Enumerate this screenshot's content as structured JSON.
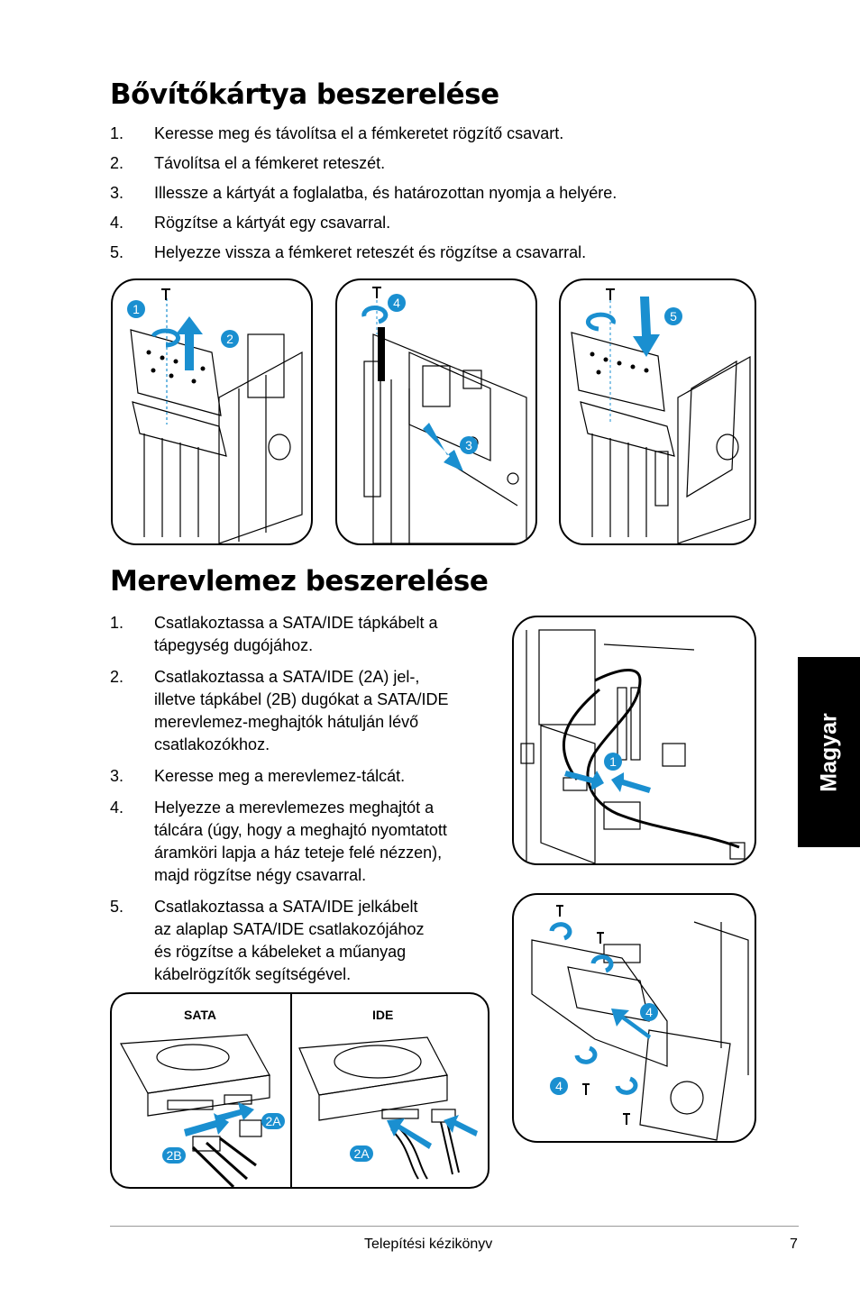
{
  "section1": {
    "title": "Bővítőkártya beszerelése",
    "steps": [
      {
        "num": "1.",
        "text": "Keresse meg és távolítsa el a fémkeretet rögzítő csavart."
      },
      {
        "num": "2.",
        "text": "Távolítsa el a fémkeret reteszét."
      },
      {
        "num": "3.",
        "text": "Illessze a kártyát a foglalatba, és határozottan nyomja a helyére."
      },
      {
        "num": "4.",
        "text": "Rögzítse a kártyát egy csavarral."
      },
      {
        "num": "5.",
        "text": "Helyezze vissza a fémkeret reteszét és rögzítse a csavarral."
      }
    ],
    "figure_badges": [
      "1",
      "2",
      "4",
      "3",
      "5"
    ]
  },
  "section2": {
    "title": "Merevlemez beszerelése",
    "steps": [
      {
        "num": "1.",
        "lines": [
          "Csatlakoztassa a SATA/IDE tápkábelt a",
          "tápegység dugójához."
        ]
      },
      {
        "num": "2.",
        "lines": [
          "Csatlakoztassa a SATA/IDE (2A) jel-,",
          "illetve tápkábel (2B) dugókat a SATA/IDE",
          "merevlemez-meghajtók hátulján lévő",
          "csatlakozókhoz."
        ]
      },
      {
        "num": "3.",
        "lines": [
          "Keresse meg a merevlemez-tálcát."
        ]
      },
      {
        "num": "4.",
        "lines": [
          "Helyezze a merevlemezes meghajtót a",
          "tálcára (úgy, hogy a meghajtó nyomtatott",
          "áramköri lapja a ház teteje felé nézzen),",
          "majd rögzítse négy csavarral."
        ]
      },
      {
        "num": "5.",
        "lines": [
          "Csatlakoztassa a SATA/IDE jelkábelt",
          "az alaplap SATA/IDE csatlakozójához",
          "és rögzítse a kábeleket a műanyag",
          "kábelrögzítők segítségével."
        ]
      }
    ],
    "figure_badges": [
      "1",
      "4",
      "4"
    ],
    "connector_panel": {
      "sata_label": "SATA",
      "ide_label": "IDE",
      "badges": [
        "2A",
        "2B",
        "2A"
      ]
    }
  },
  "side_tab": "Magyar",
  "footer": {
    "title": "Telepítési kézikönyv",
    "page": "7"
  },
  "colors": {
    "accent_blue": "#1a8fd0",
    "text": "#000000",
    "tab_bg": "#000000"
  }
}
